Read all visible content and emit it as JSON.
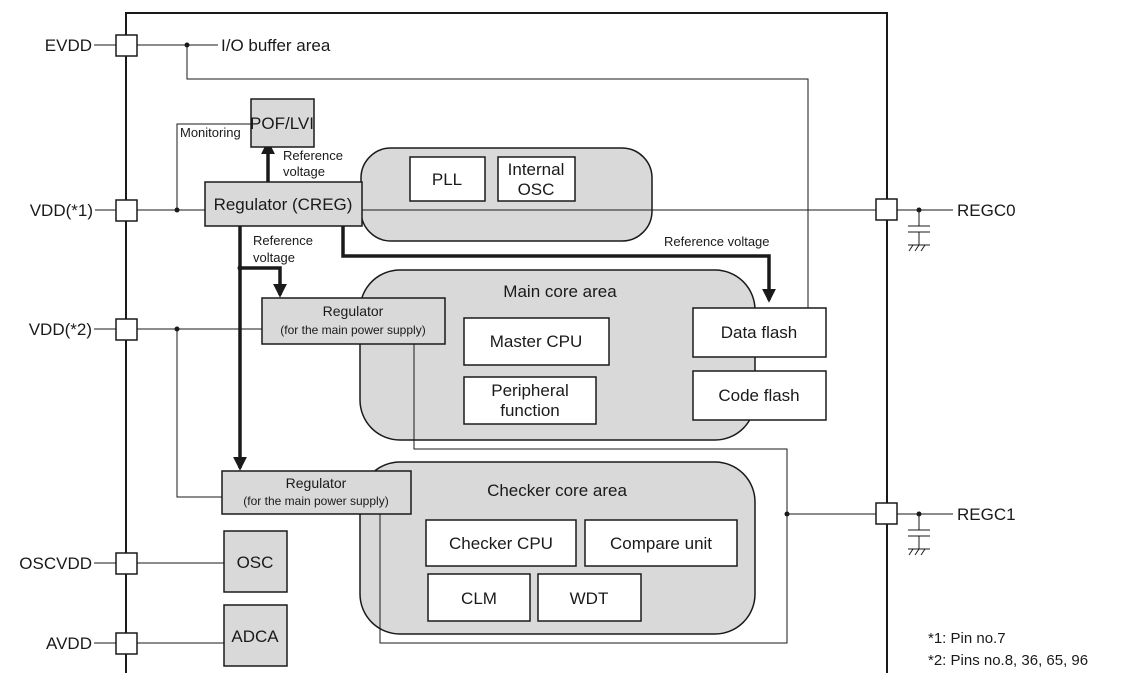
{
  "pins": {
    "evdd": "EVDD",
    "vdd1": "VDD(*1)",
    "vdd2": "VDD(*2)",
    "oscvdd": "OSCVDD",
    "avdd": "AVDD",
    "regc0": "REGC0",
    "regc1": "REGC1"
  },
  "labels": {
    "io_buffer": "I/O buffer area",
    "monitoring": "Monitoring",
    "ref_voltage_line1": "Reference",
    "ref_voltage_line2": "voltage",
    "ref_voltage_full": "Reference voltage"
  },
  "blocks": {
    "poflvi": "POF/LVI",
    "creg": "Regulator (CREG)",
    "pll": "PLL",
    "internal_osc_line1": "Internal",
    "internal_osc_line2": "OSC",
    "main_core_area": "Main core area",
    "regulator_title": "Regulator",
    "regulator_sub": "(for the main power supply)",
    "master_cpu": "Master CPU",
    "peripheral_line1": "Peripheral",
    "peripheral_line2": "function",
    "data_flash": "Data flash",
    "code_flash": "Code flash",
    "checker_core_area": "Checker core area",
    "checker_cpu": "Checker CPU",
    "compare_unit": "Compare unit",
    "clm": "CLM",
    "wdt": "WDT",
    "osc": "OSC",
    "adca": "ADCA"
  },
  "notes": {
    "note1": "*1: Pin no.7",
    "note2": "*2: Pins no.8, 36, 65, 96"
  },
  "colors": {
    "gray_fill": "#d9d9d9",
    "white_fill": "#ffffff",
    "line": "#1a1a1a"
  }
}
